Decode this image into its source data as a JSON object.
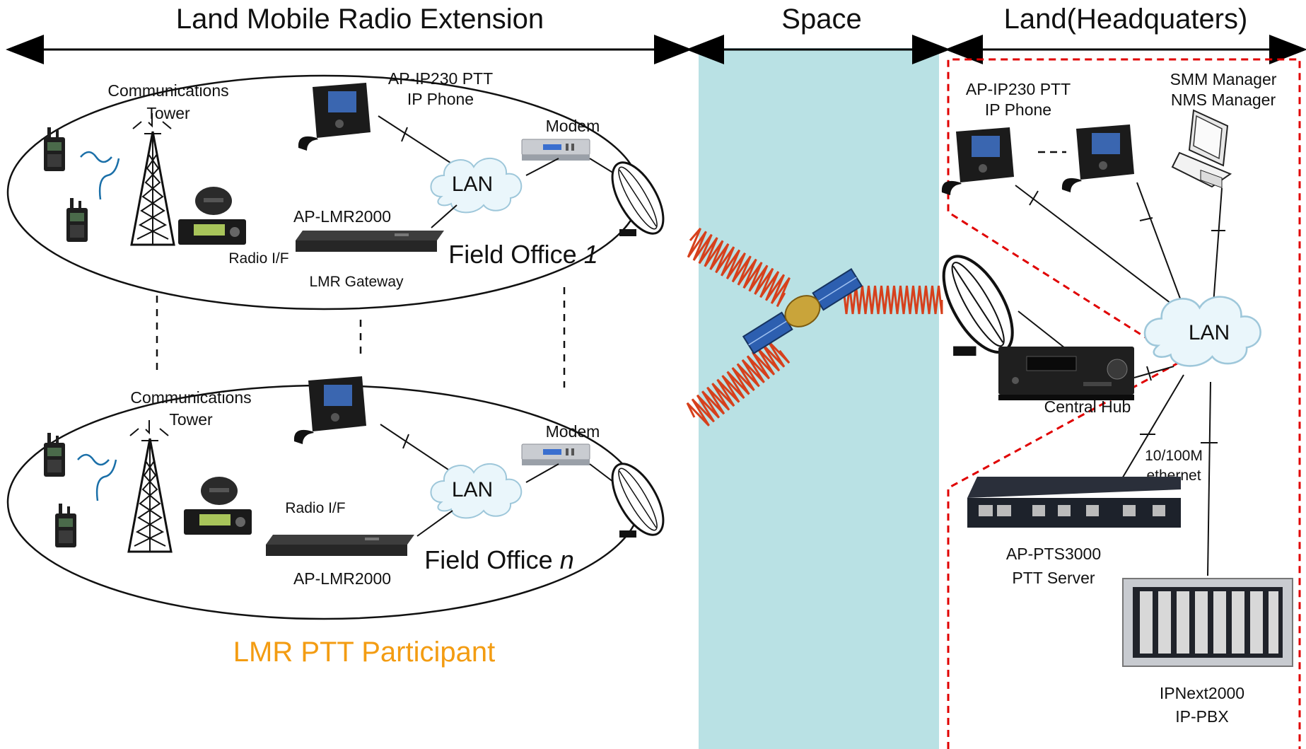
{
  "colors": {
    "space_band": "#b9e1e4",
    "signal": "#d6401c",
    "participant": "#f39c12",
    "boundary": "#e00000",
    "cloud_fill": "#eaf6fb",
    "cloud_stroke": "#9ec7da"
  },
  "sections": {
    "left": "Land Mobile Radio Extension",
    "middle": "Space",
    "right": "Land(Headquaters)"
  },
  "field_office_1": {
    "title_text": "Field Office ",
    "title_index": "1",
    "tower_line1": "Communications",
    "tower_line2": "Tower",
    "phone_line1": "AP-IP230 PTT",
    "phone_line2": "IP Phone",
    "modem": "Modem",
    "lan": "LAN",
    "gateway_model": "AP-LMR2000",
    "radio_if": "Radio I/F",
    "gateway_caption": "LMR Gateway"
  },
  "field_office_n": {
    "title_text": "Field Office ",
    "title_index": "n",
    "tower_line1": "Communications",
    "tower_line2": "Tower",
    "modem": "Modem",
    "lan": "LAN",
    "radio_if": "Radio I/F",
    "gateway_model": "AP-LMR2000"
  },
  "participant_label": "LMR PTT Participant",
  "headquarters": {
    "phone_line1": "AP-IP230 PTT",
    "phone_line2": "IP Phone",
    "manager_line1": "SMM Manager",
    "manager_line2": "NMS Manager",
    "lan": "LAN",
    "hub": "Central Hub",
    "ethernet_line1": "10/100M",
    "ethernet_line2": "ethernet",
    "server_line1": "AP-PTS3000",
    "server_line2": "PTT Server",
    "pbx_line1": "IPNext2000",
    "pbx_line2": "IP-PBX"
  },
  "icons": {
    "walkie": "walkie-talkie-icon",
    "tower": "radio-tower-icon",
    "mobile_radio": "mobile-radio-icon",
    "ip_phone": "ip-phone-icon",
    "modem": "modem-icon",
    "dish": "satellite-dish-icon",
    "gateway": "gateway-icon",
    "satellite": "satellite-icon",
    "hub": "receiver-icon",
    "computer": "computer-icon",
    "server": "server-icon",
    "pbx": "pbx-chassis-icon"
  }
}
